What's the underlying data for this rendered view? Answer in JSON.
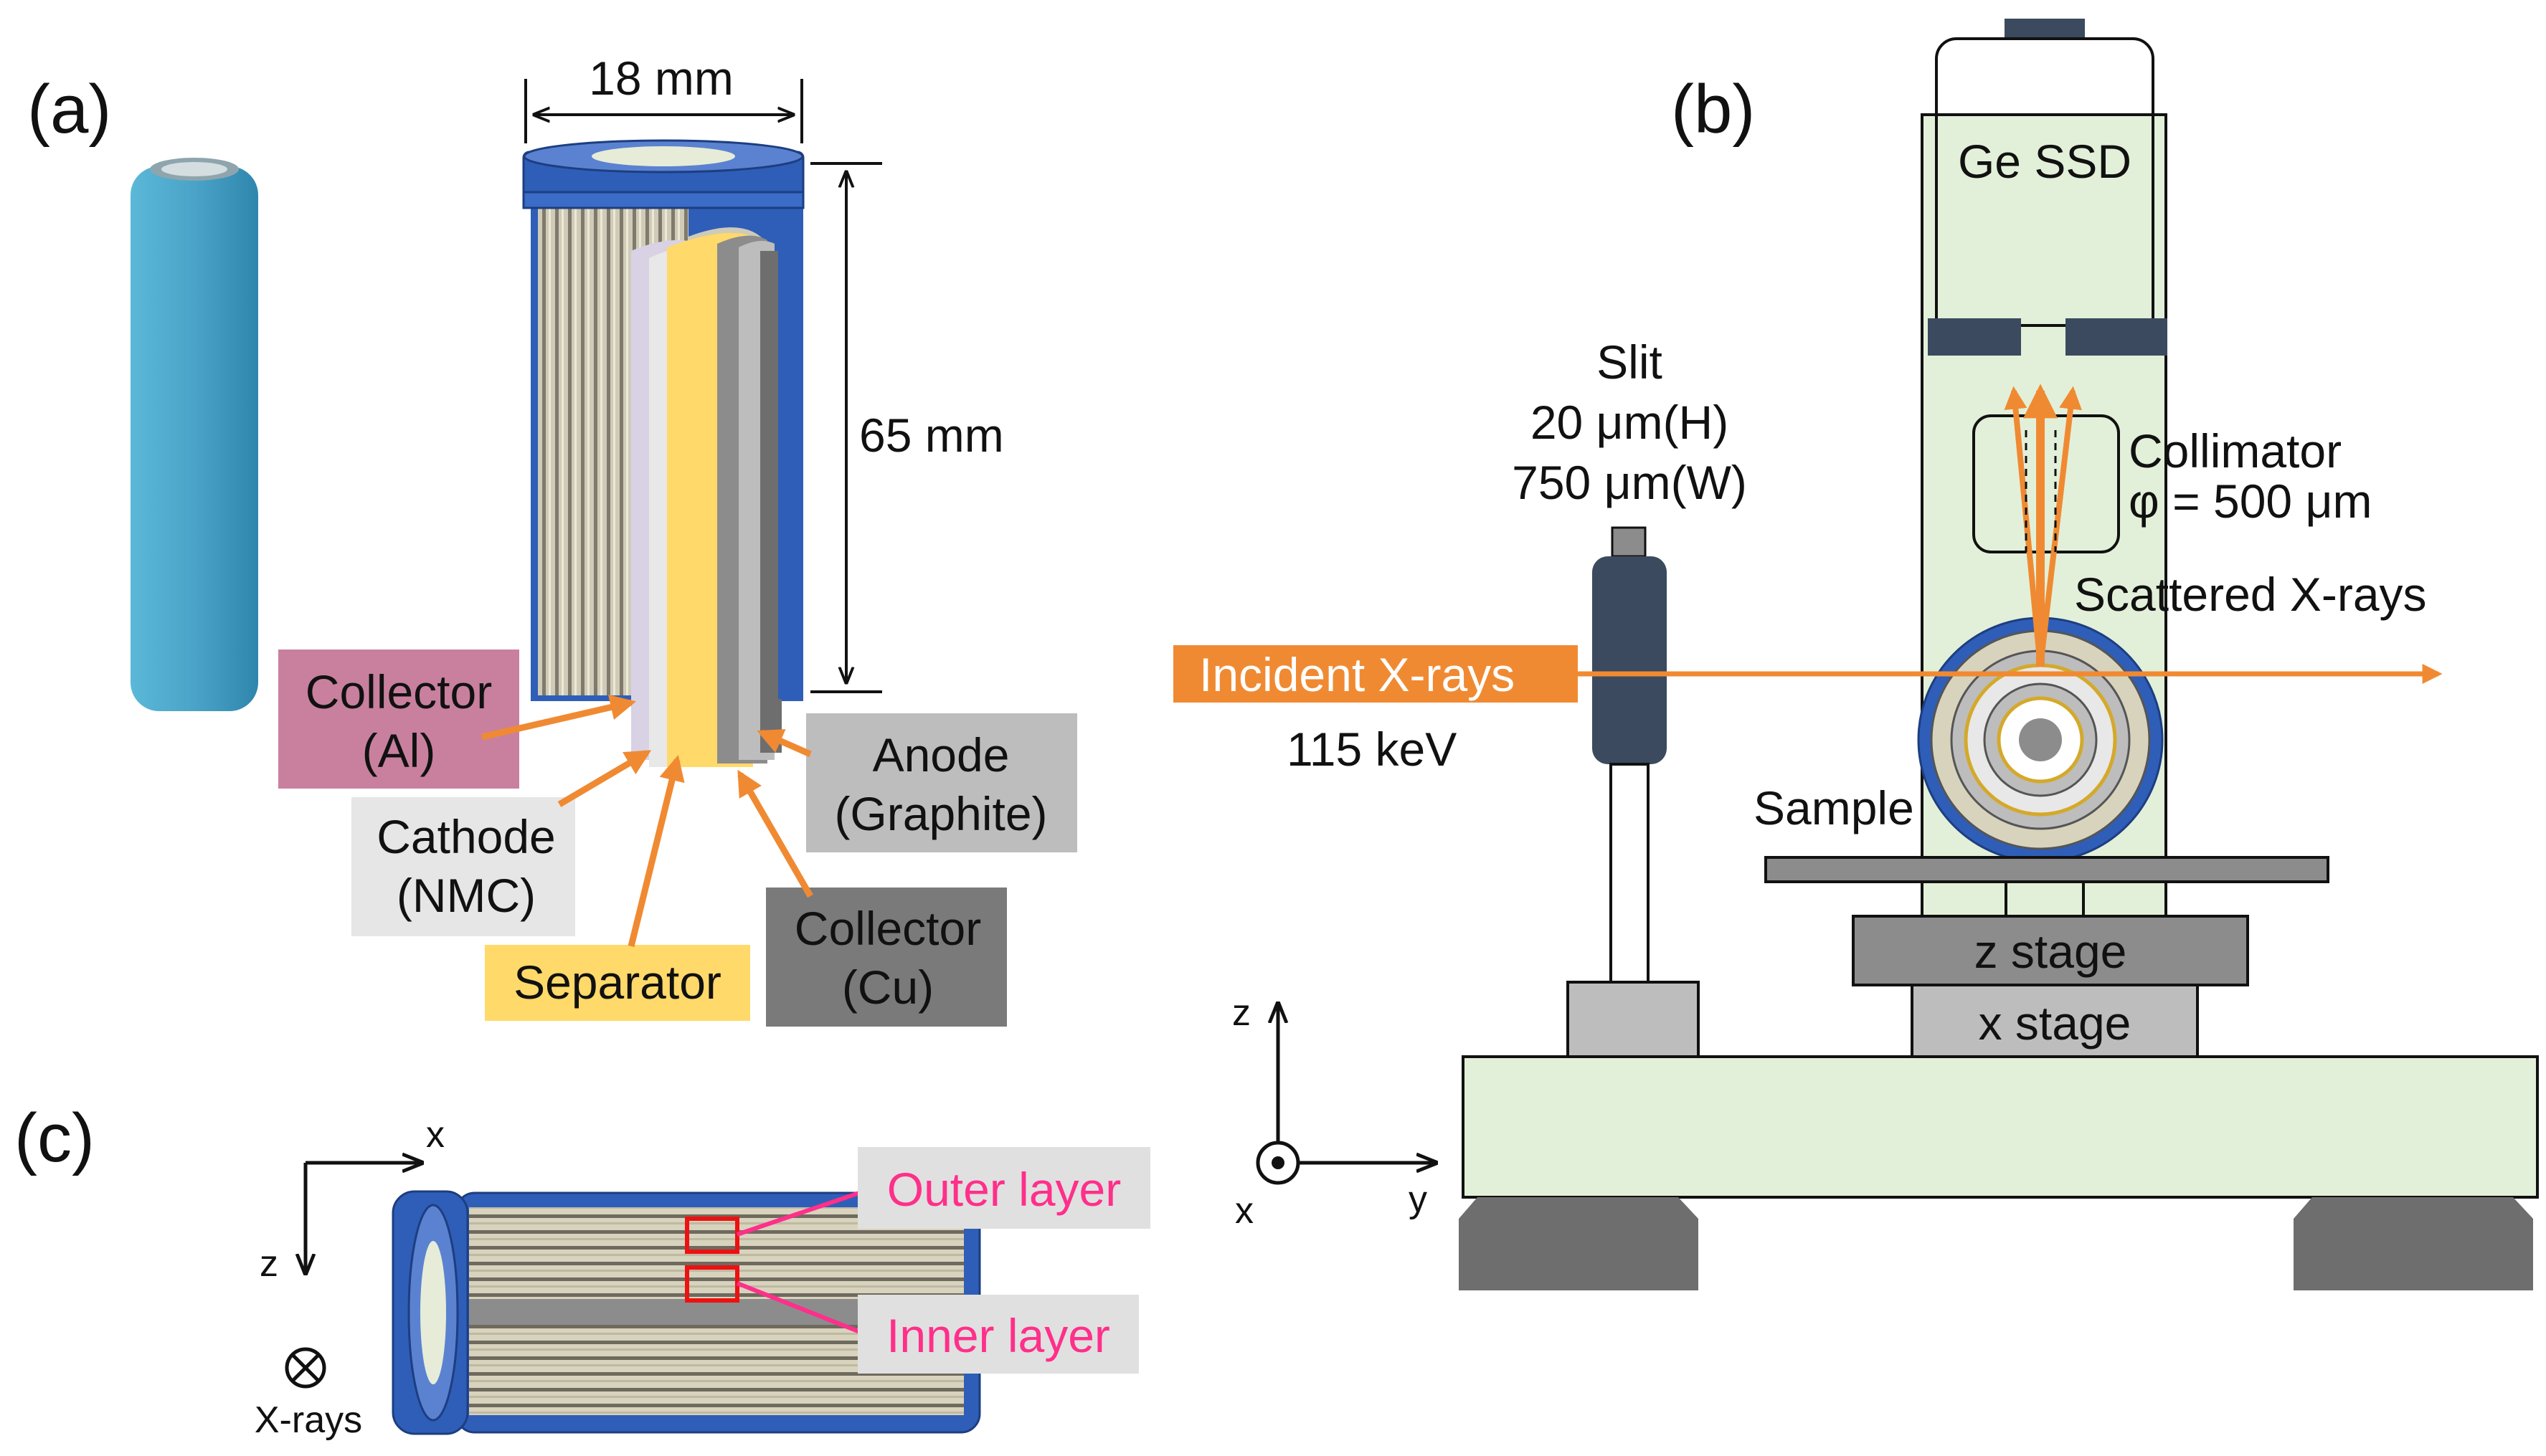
{
  "panel_a": {
    "letter": "(a)",
    "dim_width": "18 mm",
    "dim_height": "65 mm",
    "collector_al": [
      "Collector",
      "(Al)"
    ],
    "cathode": [
      "Cathode",
      "(NMC)"
    ],
    "separator": "Separator",
    "collector_cu": [
      "Collector",
      "(Cu)"
    ],
    "anode": [
      "Anode",
      "(Graphite)"
    ]
  },
  "panel_b": {
    "letter": "(b)",
    "detector": "Ge SSD",
    "slit": [
      "Slit",
      "20 μm(H)",
      "750 μm(W)"
    ],
    "collimator": [
      "Collimator",
      "φ = 500 μm"
    ],
    "scattered": "Scattered X-rays",
    "incident": "Incident X-rays",
    "energy": "115 keV",
    "sample": "Sample",
    "z_stage": "z stage",
    "x_stage": "x stage",
    "axis_z": "z",
    "axis_y": "y",
    "axis_x": "x"
  },
  "panel_c": {
    "letter": "(c)",
    "axis_x": "x",
    "axis_z": "z",
    "xrays": "X-rays",
    "outer_layer": "Outer layer",
    "inner_layer": "Inner layer"
  },
  "colors": {
    "battery_blue": "#3a6cc8",
    "photo_cell": "#4aa3c8",
    "arrow_orange": "#f08a32",
    "collector_al_box": "#c8809e",
    "cathode_box": "#e6e6e6",
    "separator_box": "#ffd96a",
    "collector_cu_box": "#7a7a7a",
    "anode_box": "#bdbdbd",
    "instrument_green": "#e2f0d9",
    "slit_dark": "#3b4a5e",
    "layer_label_color": "#ff2f8a",
    "layer_box_red": "#ee1111"
  }
}
